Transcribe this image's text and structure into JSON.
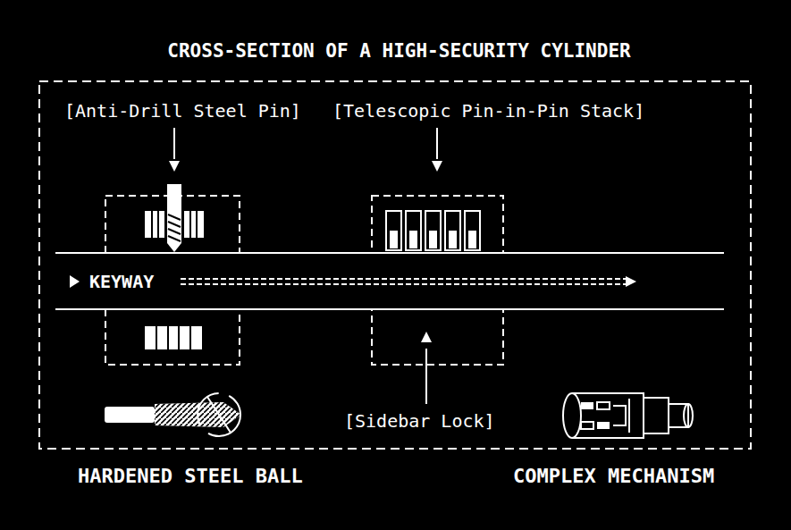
{
  "diagram": {
    "title": "CROSS-SECTION OF A HIGH-SECURITY CYLINDER",
    "labels": [
      "[Anti-Drill Steel Pin]",
      "[Telescopic Pin-in-Pin Stack]",
      "KEYWAY",
      "[Sidebar Lock]",
      "HARDENED STEEL BALL",
      "COMPLEX MECHANISM"
    ]
  }
}
